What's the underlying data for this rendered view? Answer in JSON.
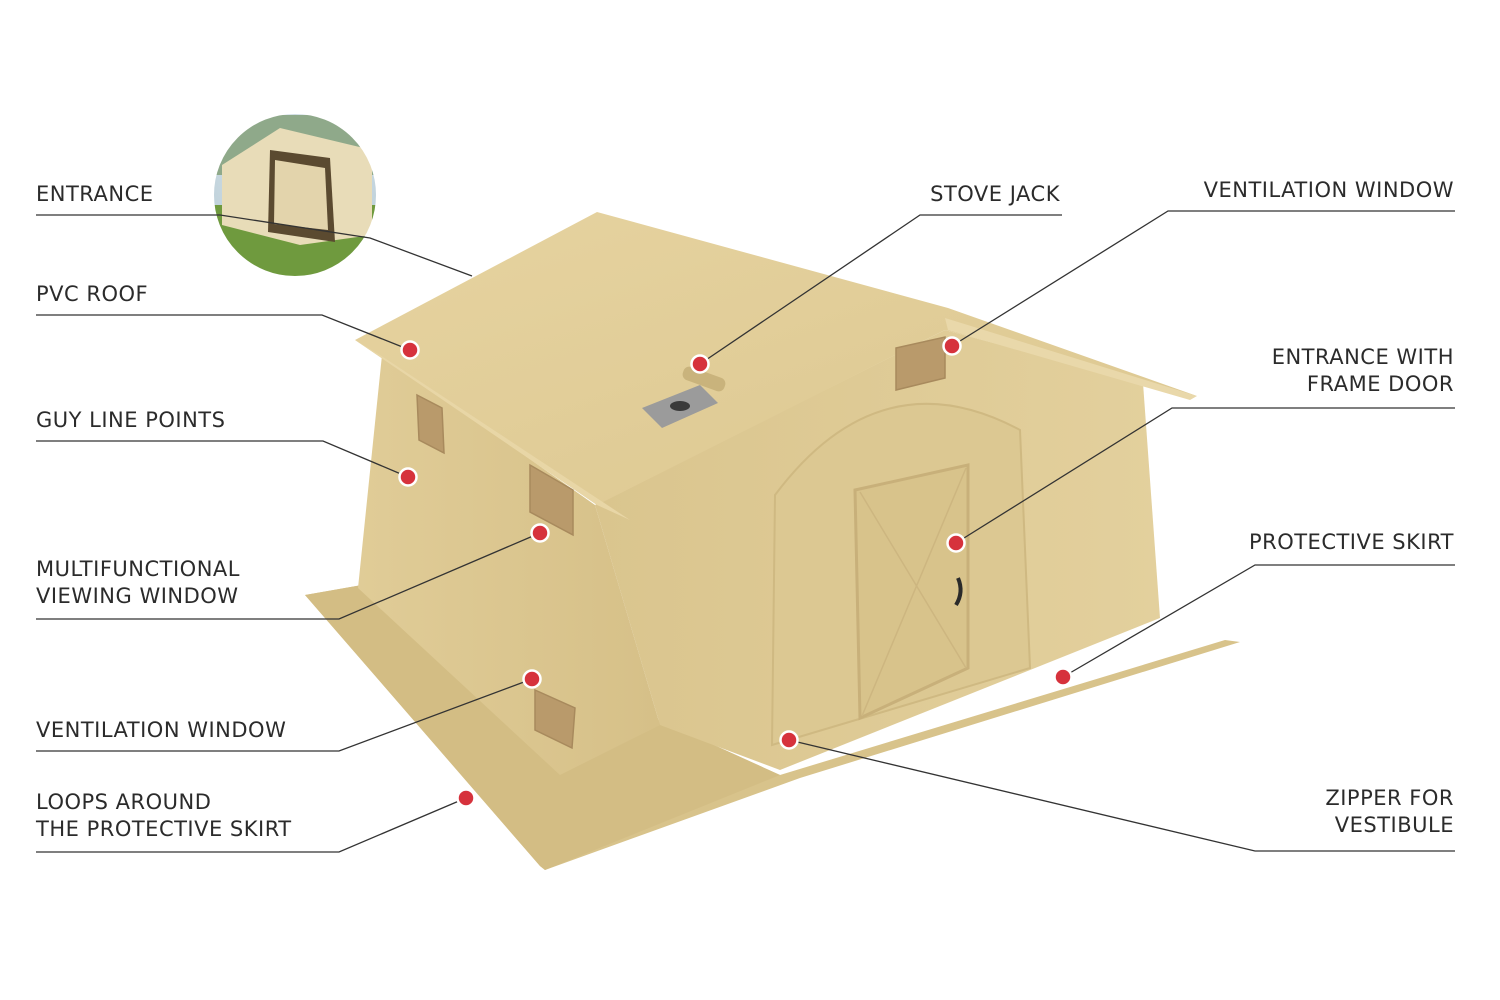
{
  "colors": {
    "marker": "#d6323c",
    "line": "#333333",
    "tent_light": "#e2cf9a",
    "tent_mid": "#d9c48d",
    "tent_dark": "#cdb57c",
    "panel": "#b99a6b"
  },
  "labels": {
    "entrance": "ENTRANCE",
    "pvc_roof": "PVC ROOF",
    "guy_line_points": "GUY LINE POINTS",
    "multifunctional_1": "MULTIFUNCTIONAL",
    "multifunctional_2": "VIEWING WINDOW",
    "ventilation_left": "VENTILATION WINDOW",
    "loops_1": "LOOPS AROUND",
    "loops_2": "THE PROTECTIVE SKIRT",
    "stove_jack": "STOVE JACK",
    "ventilation_right": "VENTILATION WINDOW",
    "entrance_frame_1": "ENTRANCE WITH",
    "entrance_frame_2": "FRAME DOOR",
    "protective_skirt": "PROTECTIVE SKIRT",
    "zipper_1": "ZIPPER FOR",
    "zipper_2": "VESTIBULE"
  },
  "photo_icon": "tent-entrance-photo"
}
